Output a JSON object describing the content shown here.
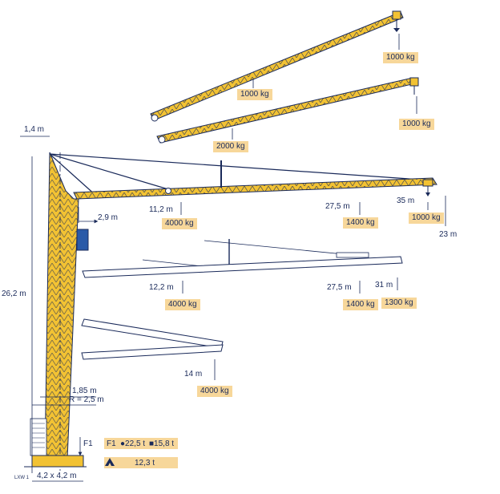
{
  "configs": {
    "jib_raised_1": {
      "load": "1000 kg",
      "tip_load": "1000 kg"
    },
    "jib_raised_2": {
      "load": "2000 kg",
      "tip_load": "1000 kg"
    },
    "jib_main": {
      "d1": "11,2 m",
      "l1": "4000 kg",
      "d2": "27,5 m",
      "l2": "1400 kg",
      "d3": "35 m",
      "l3": "1000 kg",
      "height": "23 m"
    },
    "jib_folded": {
      "d1": "12,2 m",
      "l1": "4000 kg",
      "d2": "27,5 m",
      "l2": "1400 kg",
      "d3": "31 m",
      "l3": "1300 kg"
    },
    "jib_short": {
      "d1": "14 m",
      "l1": "4000 kg"
    }
  },
  "tower": {
    "top_offset": "1,4 m",
    "pivot_offset": "2,9 m",
    "height": "26,2 m",
    "base_offset": "1,85 m",
    "radius": "R = 2,5 m",
    "base_size": "4,2 x 4,2 m",
    "model_tag": "LXW 1"
  },
  "forces": {
    "arrow_label": "F1",
    "f1_label": "F1",
    "f1_a": "●22,5 t",
    "f1_b": "■15,8 t",
    "ballast": "12,3 t"
  },
  "colors": {
    "boom": "#f2c233",
    "outline": "#1a2a5a",
    "load_bg": "#f7d79a",
    "line": "#2a3a7a"
  }
}
